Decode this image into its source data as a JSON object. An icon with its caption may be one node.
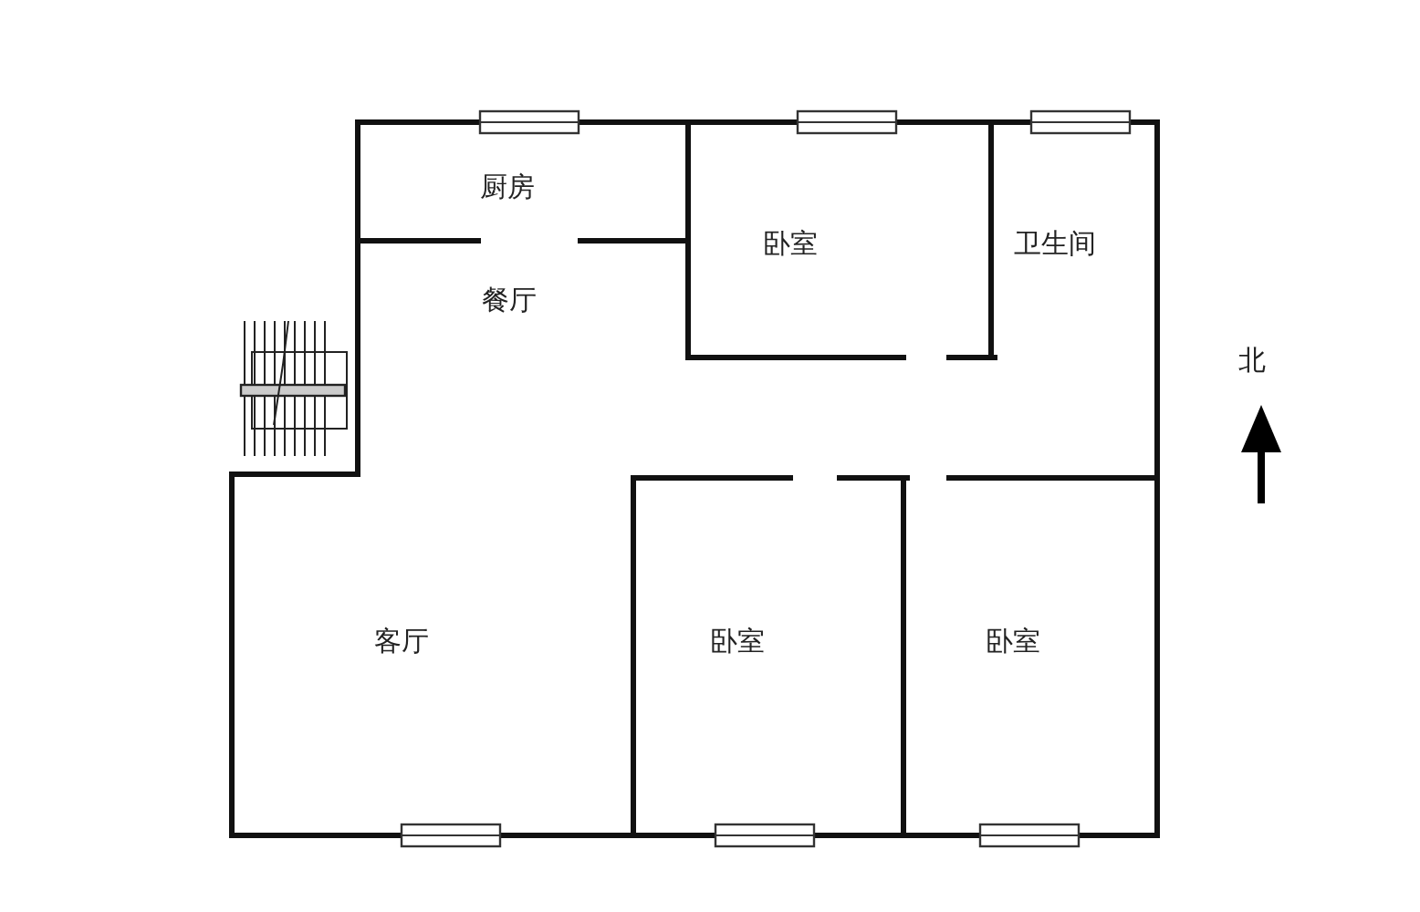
{
  "diagram": {
    "nodes": [
      {
        "text": [
          "厨房"
        ]
      },
      {
        "text": [
          "卧室"
        ]
      },
      {
        "text": [
          "卫生间"
        ]
      },
      {
        "text": [
          "餐厅"
        ]
      },
      {
        "text": [
          "客厅"
        ]
      },
      {
        "text": [
          "卧室"
        ]
      },
      {
        "text": [
          "卧室"
        ]
      }
    ],
    "edges": [],
    "labels": [
      "北"
    ]
  }
}
